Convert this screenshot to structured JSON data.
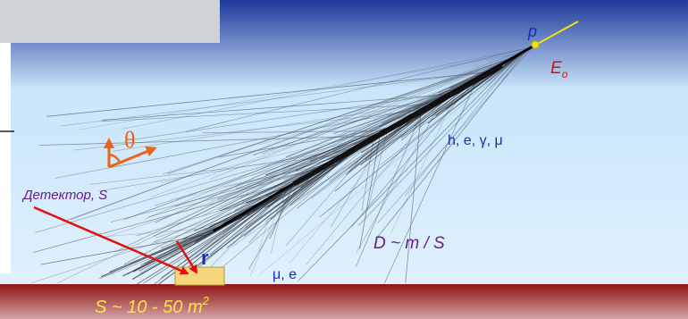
{
  "colors": {
    "sky_top": "#1f3a9a",
    "sky_mid": "#c9e6fb",
    "sky_bottom": "#e4f2fc",
    "ground_top": "#8e1414",
    "ground_bottom": "#d4a3a3",
    "accent_orange": "#e8641a",
    "detector_fill": "#f3d77a",
    "primary_track": "#f2e012",
    "label_blue": "#1b2bb4",
    "label_red": "#d01212",
    "label_purple": "#6a1a8a",
    "label_yellow": "#ffe24a",
    "arrow_red": "#e01010",
    "shower_line": "#505a64"
  },
  "labels": {
    "primary_particle": "p",
    "primary_energy": "E",
    "primary_energy_subscript": "o",
    "shower_components": "h, e, γ, μ",
    "ground_components": "μ, e",
    "density_formula": "D ~ m / S",
    "detector_label": "Детектор, S",
    "distance_symbol": "r",
    "angle_symbol": "θ",
    "area_label": "S ~ 10 - 50 m",
    "area_label_superscript": "2"
  }
}
